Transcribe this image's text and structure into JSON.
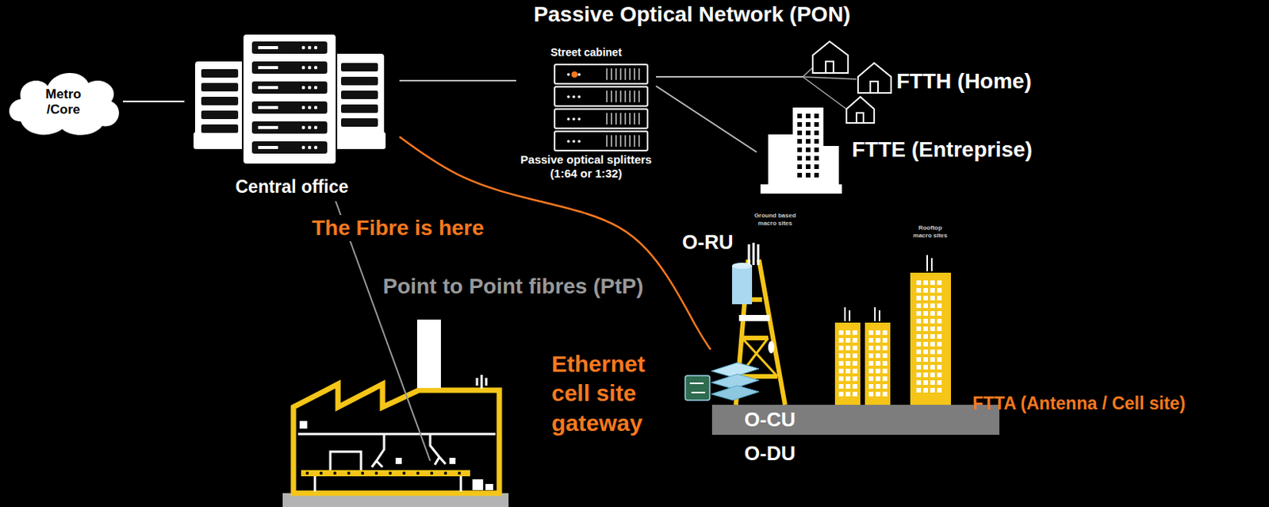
{
  "diagram": {
    "title": "Passive Optical Network (PON)",
    "nodes": [
      {
        "text": [
          "Metro /Core"
        ]
      },
      {
        "text": [
          "Central office"
        ]
      },
      {
        "text": [
          "Street cabinet",
          "Passive optical splitters (1:64 or 1:32)"
        ]
      },
      {
        "text": [
          "FTTH (Home)"
        ]
      },
      {
        "text": [
          "FTTE (Entreprise)"
        ]
      },
      {
        "text": [
          "Ethernet cell site gateway"
        ]
      }
    ],
    "edges": [
      {
        "from": 0,
        "to": 1,
        "arrow": "none"
      },
      {
        "from": 1,
        "to": 2,
        "arrow": "none"
      },
      {
        "from": 2,
        "to": 3,
        "arrow": "none"
      },
      {
        "from": 2,
        "to": 4,
        "arrow": "none"
      },
      {
        "from": 1,
        "to": 5,
        "arrow": "none"
      }
    ],
    "labels": [
      "The Fibre is here",
      "Point to Point fibres (PtP)",
      "O-RU",
      "Ground based macro sites",
      "Rooftop macro sites",
      "O-CU",
      "O-DU",
      "FTTA (Antenna / Cell site)"
    ]
  }
}
